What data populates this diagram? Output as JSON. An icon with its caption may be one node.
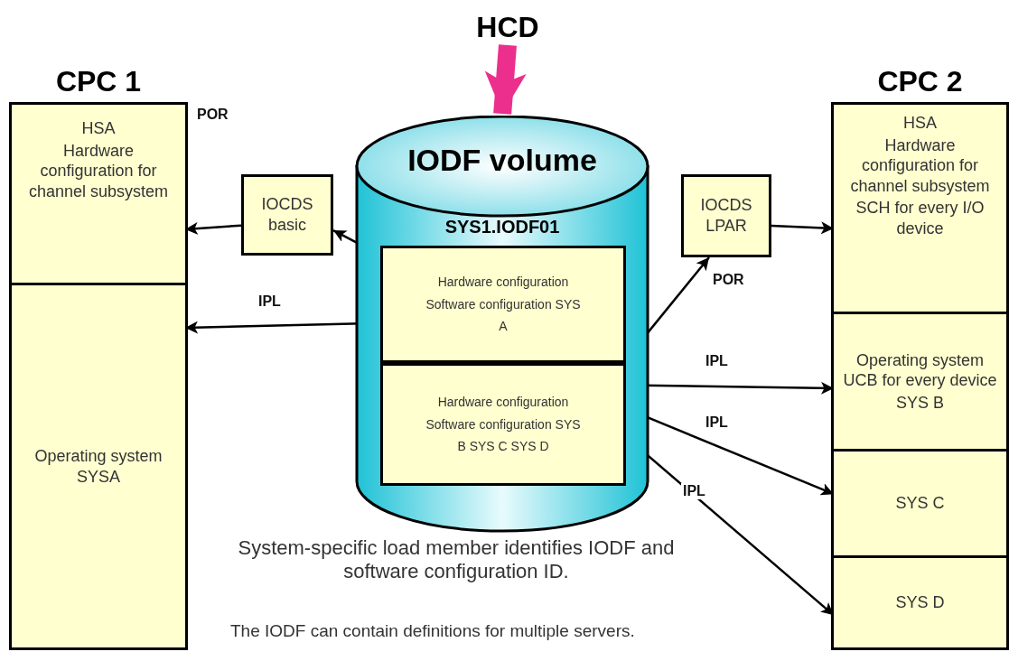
{
  "diagram": {
    "nodes": [
      {
        "text": [
          "CPC 1"
        ]
      },
      {
        "text": [
          "HSA",
          "Hardware configuration for channel subsystem"
        ],
        "in": 0
      },
      {
        "text": [
          "Operating system SYSA"
        ],
        "in": 0
      },
      {
        "text": [
          "IOCDS basic"
        ]
      },
      {
        "text": [
          "IOCDS LPAR"
        ]
      },
      {
        "text": [
          "HCD"
        ]
      },
      {
        "text": [
          "IODF volume",
          "SYS1.IODF01"
        ]
      },
      {
        "text": [
          "Hardware configuration Software configuration SYS A"
        ],
        "in": 6
      },
      {
        "text": [
          "Hardware configuration Software configuration SYS B SYS C SYS D"
        ],
        "in": 6
      },
      {
        "text": [
          "CPC 2"
        ]
      },
      {
        "text": [
          "HSA",
          "Hardware configuration for channel subsystem",
          "SCH for every I/O device"
        ],
        "in": 9
      },
      {
        "text": [
          "Operating system UCB for every device",
          "SYS B"
        ],
        "in": 9
      },
      {
        "text": [
          "SYS C"
        ],
        "in": 9
      },
      {
        "text": [
          "SYS D"
        ],
        "in": 9
      }
    ],
    "edges": [
      {
        "from": 5,
        "to": 6,
        "arrow": "to",
        "style": "thick",
        "color": "#ec2f8c"
      },
      {
        "from": 7,
        "to": 3,
        "arrow": "to"
      },
      {
        "from": 3,
        "to": 1,
        "arrow": "to"
      },
      {
        "from": 7,
        "to": 2,
        "arrow": "to",
        "label": "IPL"
      },
      {
        "from": 7,
        "to": 4,
        "arrow": "to",
        "label": "POR"
      },
      {
        "from": 4,
        "to": 10,
        "arrow": "to"
      },
      {
        "from": 8,
        "to": 11,
        "arrow": "to",
        "label": "IPL"
      },
      {
        "from": 8,
        "to": 12,
        "arrow": "to",
        "label": "IPL"
      },
      {
        "from": 8,
        "to": 13,
        "arrow": "to",
        "label": "IPL"
      }
    ],
    "labels": [
      "POR",
      "System-specific load member identifies IODF and software configuration ID.",
      "The IODF can contain definitions for multiple servers."
    ]
  }
}
